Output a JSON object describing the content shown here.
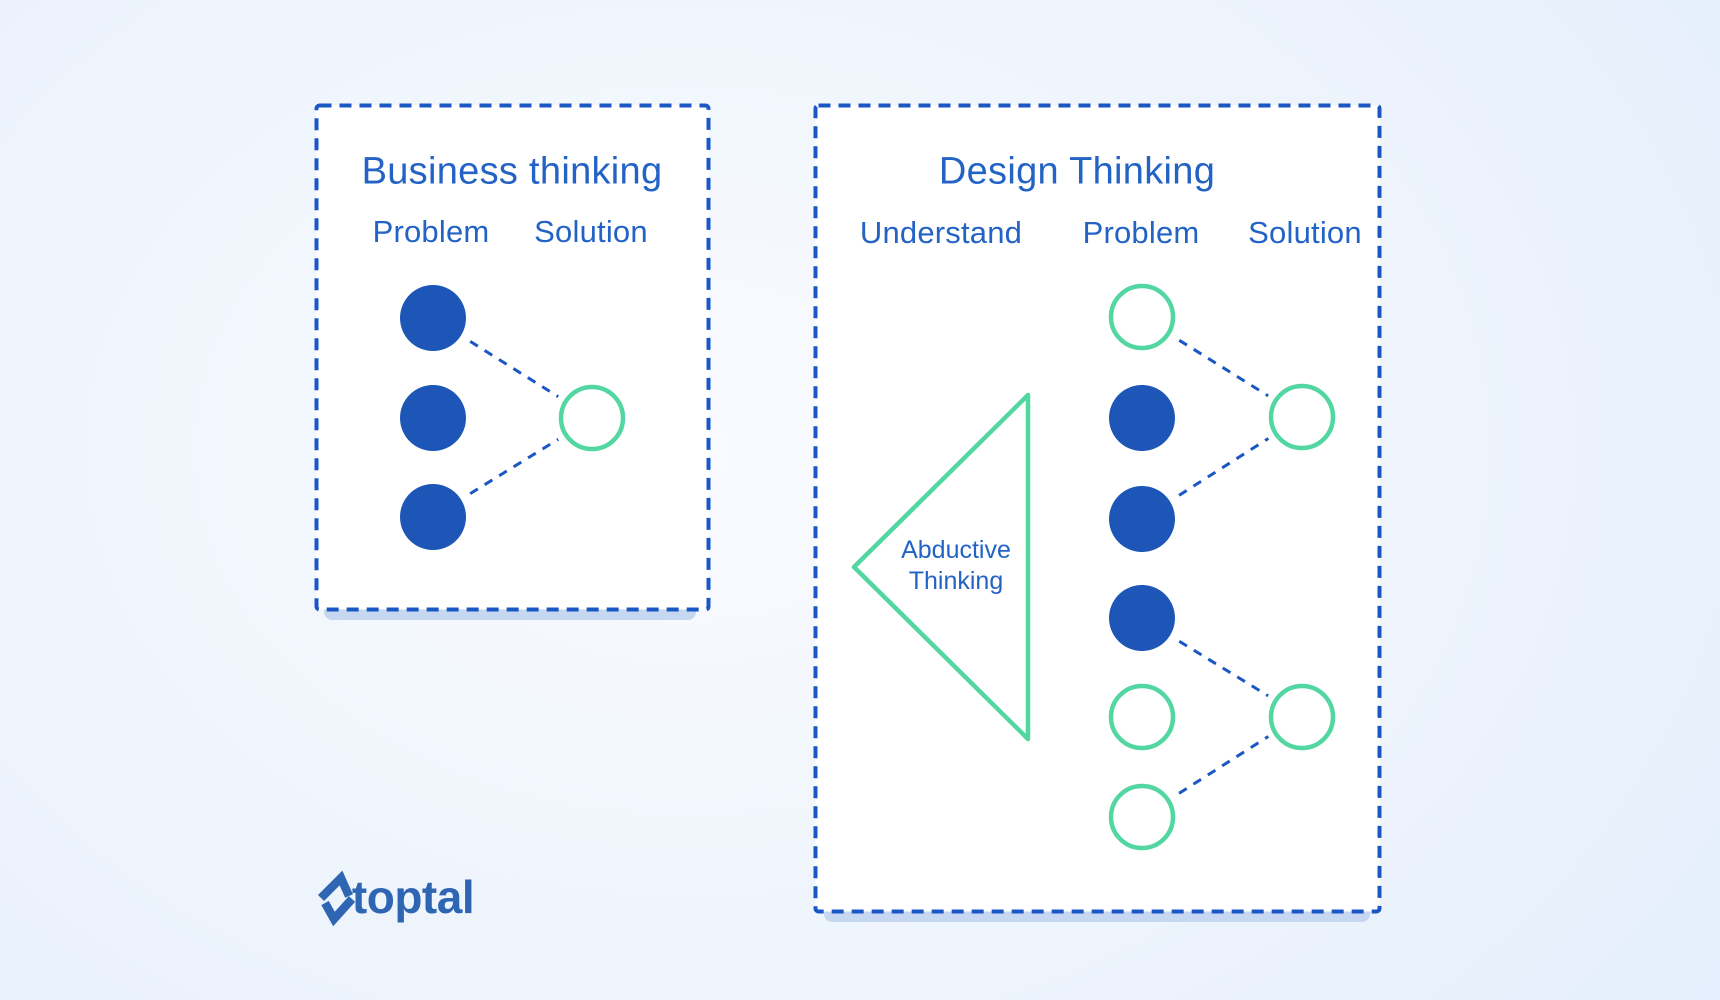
{
  "colors": {
    "bg_outer": "#d9e7fb",
    "bg_inner": "#f9fbff",
    "panel_bg": "#ffffff",
    "border_blue": "#1b57c4",
    "dot_blue": "#1e56b8",
    "text_blue": "#2463c6",
    "green": "#52d6a2",
    "shadow": "#c6d8f1",
    "logo_blue": "#2e66b4"
  },
  "business_box": {
    "title": "Business thinking",
    "columns": [
      "Problem",
      "Solution"
    ],
    "problem_dots": [
      "filled",
      "filled",
      "filled"
    ],
    "solution_dots": [
      "outline"
    ],
    "connections": [
      {
        "from_problem_dot": 1,
        "to_solution_dot": 1
      },
      {
        "from_problem_dot": 3,
        "to_solution_dot": 1
      }
    ]
  },
  "design_box": {
    "title": "Design Thinking",
    "columns": [
      "Understand",
      "Problem",
      "Solution"
    ],
    "abductive_label": [
      "Abductive",
      "Thinking"
    ],
    "understand_shape": "left-pointing-triangle",
    "problem_dots": [
      "outline",
      "filled",
      "filled",
      "filled",
      "outline",
      "outline"
    ],
    "solution_dots": [
      "outline",
      "outline"
    ],
    "connections": [
      {
        "from_problem_dot": 1,
        "to_solution_dot": 1
      },
      {
        "from_problem_dot": 3,
        "to_solution_dot": 1
      },
      {
        "from_problem_dot": 4,
        "to_solution_dot": 2
      },
      {
        "from_problem_dot": 6,
        "to_solution_dot": 2
      }
    ]
  },
  "footer": {
    "logo_text": "toptal",
    "logo_mark": "toptal-zigzag-arrows-icon"
  }
}
